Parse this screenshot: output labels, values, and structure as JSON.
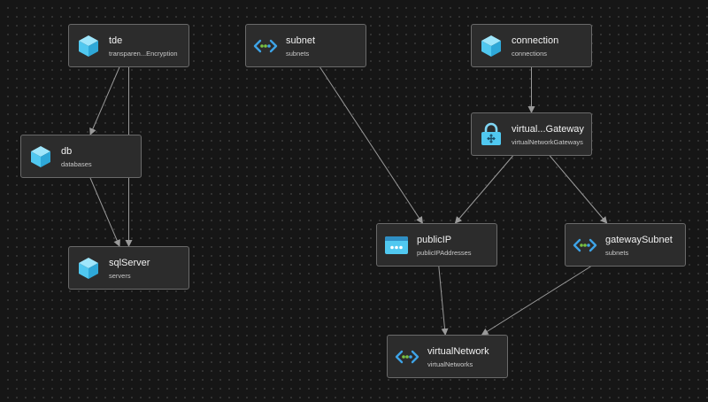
{
  "colors": {
    "background": "#161616",
    "node_fill": "#2c2c2c",
    "node_border": "#6a6a6a",
    "edge": "#9a9a9a",
    "cube": "#50c8f0",
    "network": "#3ea3e6",
    "dot_green": "#7ac143"
  },
  "nodes": [
    {
      "id": "tde",
      "title": "tde",
      "subtitle": "transparen...Encryption",
      "icon": "cube-icon"
    },
    {
      "id": "db",
      "title": "db",
      "subtitle": "databases",
      "icon": "cube-icon"
    },
    {
      "id": "sqlServer",
      "title": "sqlServer",
      "subtitle": "servers",
      "icon": "cube-icon"
    },
    {
      "id": "subnet",
      "title": "subnet",
      "subtitle": "subnets",
      "icon": "network-icon"
    },
    {
      "id": "connection",
      "title": "connection",
      "subtitle": "connections",
      "icon": "cube-icon"
    },
    {
      "id": "gateway",
      "title": "virtual...Gateway",
      "subtitle": "virtualNetworkGateways",
      "icon": "gateway-lock-icon"
    },
    {
      "id": "publicIP",
      "title": "publicIP",
      "subtitle": "publicIPAddresses",
      "icon": "public-ip-icon"
    },
    {
      "id": "gatewaySubnet",
      "title": "gatewaySubnet",
      "subtitle": "subnets",
      "icon": "network-icon"
    },
    {
      "id": "virtualNetwork",
      "title": "virtualNetwork",
      "subtitle": "virtualNetworks",
      "icon": "network-icon"
    }
  ],
  "edges": [
    {
      "from": "tde",
      "to": "db"
    },
    {
      "from": "tde",
      "to": "sqlServer"
    },
    {
      "from": "db",
      "to": "sqlServer"
    },
    {
      "from": "subnet",
      "to": "publicIP"
    },
    {
      "from": "connection",
      "to": "gateway"
    },
    {
      "from": "gateway",
      "to": "publicIP"
    },
    {
      "from": "gateway",
      "to": "gatewaySubnet"
    },
    {
      "from": "publicIP",
      "to": "virtualNetwork"
    },
    {
      "from": "gatewaySubnet",
      "to": "virtualNetwork"
    }
  ]
}
